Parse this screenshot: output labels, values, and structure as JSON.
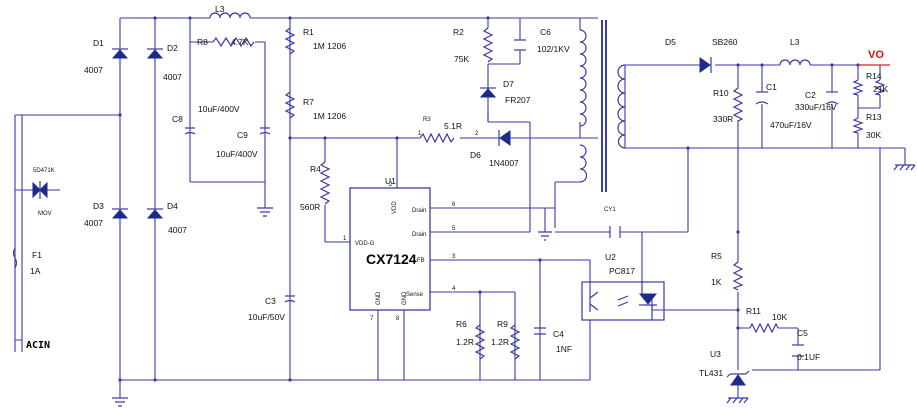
{
  "components": {
    "d1": {
      "ref": "D1",
      "value": "4007"
    },
    "d2": {
      "ref": "D2",
      "value": "4007"
    },
    "d3": {
      "ref": "D3",
      "value": "4007"
    },
    "d4": {
      "ref": "D4",
      "value": "4007"
    },
    "l3_in": {
      "ref": "L3"
    },
    "r8": {
      "ref": "R8",
      "value": "4.7K"
    },
    "c8": {
      "ref": "C8",
      "value": "10uF/400V"
    },
    "c9": {
      "ref": "C9",
      "value": "10uF/400V"
    },
    "r1": {
      "ref": "R1",
      "value": "1M 1206"
    },
    "r7": {
      "ref": "R7",
      "value": "1M 1206"
    },
    "r2": {
      "ref": "R2",
      "value": "75K"
    },
    "c6": {
      "ref": "C6",
      "value": "102/1KV"
    },
    "d7": {
      "ref": "D7",
      "value": "FR207"
    },
    "r3": {
      "ref": "R3",
      "value": "5.1R"
    },
    "d6": {
      "ref": "D6",
      "value": "1N4007"
    },
    "r4": {
      "ref": "R4",
      "value": "560R"
    },
    "c3": {
      "ref": "C3",
      "value": "10uF/50V"
    },
    "r6": {
      "ref": "R6",
      "value": "1.2R"
    },
    "r9": {
      "ref": "R9",
      "value": "1.2R"
    },
    "c4": {
      "ref": "C4",
      "value": "1NF"
    },
    "cy1": {
      "ref": "CY1"
    },
    "u2": {
      "ref": "U2",
      "value": "PC817"
    },
    "mov": {
      "ref": "5D471K",
      "value": "MOV"
    },
    "f1": {
      "ref": "F1",
      "value": "1A"
    },
    "d5": {
      "ref": "D5",
      "value": "SB260"
    },
    "l3_out": {
      "ref": "L3"
    },
    "c1": {
      "ref": "C1"
    },
    "c2": {
      "ref": "C2",
      "value": "330uF/16V"
    },
    "c2b": {
      "value": "470uF/16V"
    },
    "r10": {
      "ref": "R10",
      "value": "330R"
    },
    "r14": {
      "ref": "R14",
      "value": "21K"
    },
    "r13": {
      "ref": "R13",
      "value": "30K"
    },
    "r5": {
      "ref": "R5",
      "value": "1K"
    },
    "r11": {
      "ref": "R11",
      "value": "10K"
    },
    "c5": {
      "ref": "C5",
      "value": "0.1UF"
    },
    "u3": {
      "ref": "U3",
      "value": "TL431"
    }
  },
  "ic": {
    "ref": "U1",
    "name": "CX7124",
    "pins": {
      "vdd": "VDD",
      "vddg": "VDD-G",
      "drain1": "Drain",
      "drain2": "Drain",
      "fb": "FB",
      "sense": "Sense",
      "gnd1": "GND",
      "gnd2": "GND"
    },
    "pin_numbers": {
      "p1": "1",
      "p2": "2",
      "p3": "3",
      "p4": "4",
      "p5": "5",
      "p6": "6",
      "p7": "7",
      "p8": "8"
    }
  },
  "nets": {
    "output": "VO",
    "input": "ACIN"
  },
  "misc": {
    "r3_pin1": "1",
    "r3_pin2": "2"
  }
}
